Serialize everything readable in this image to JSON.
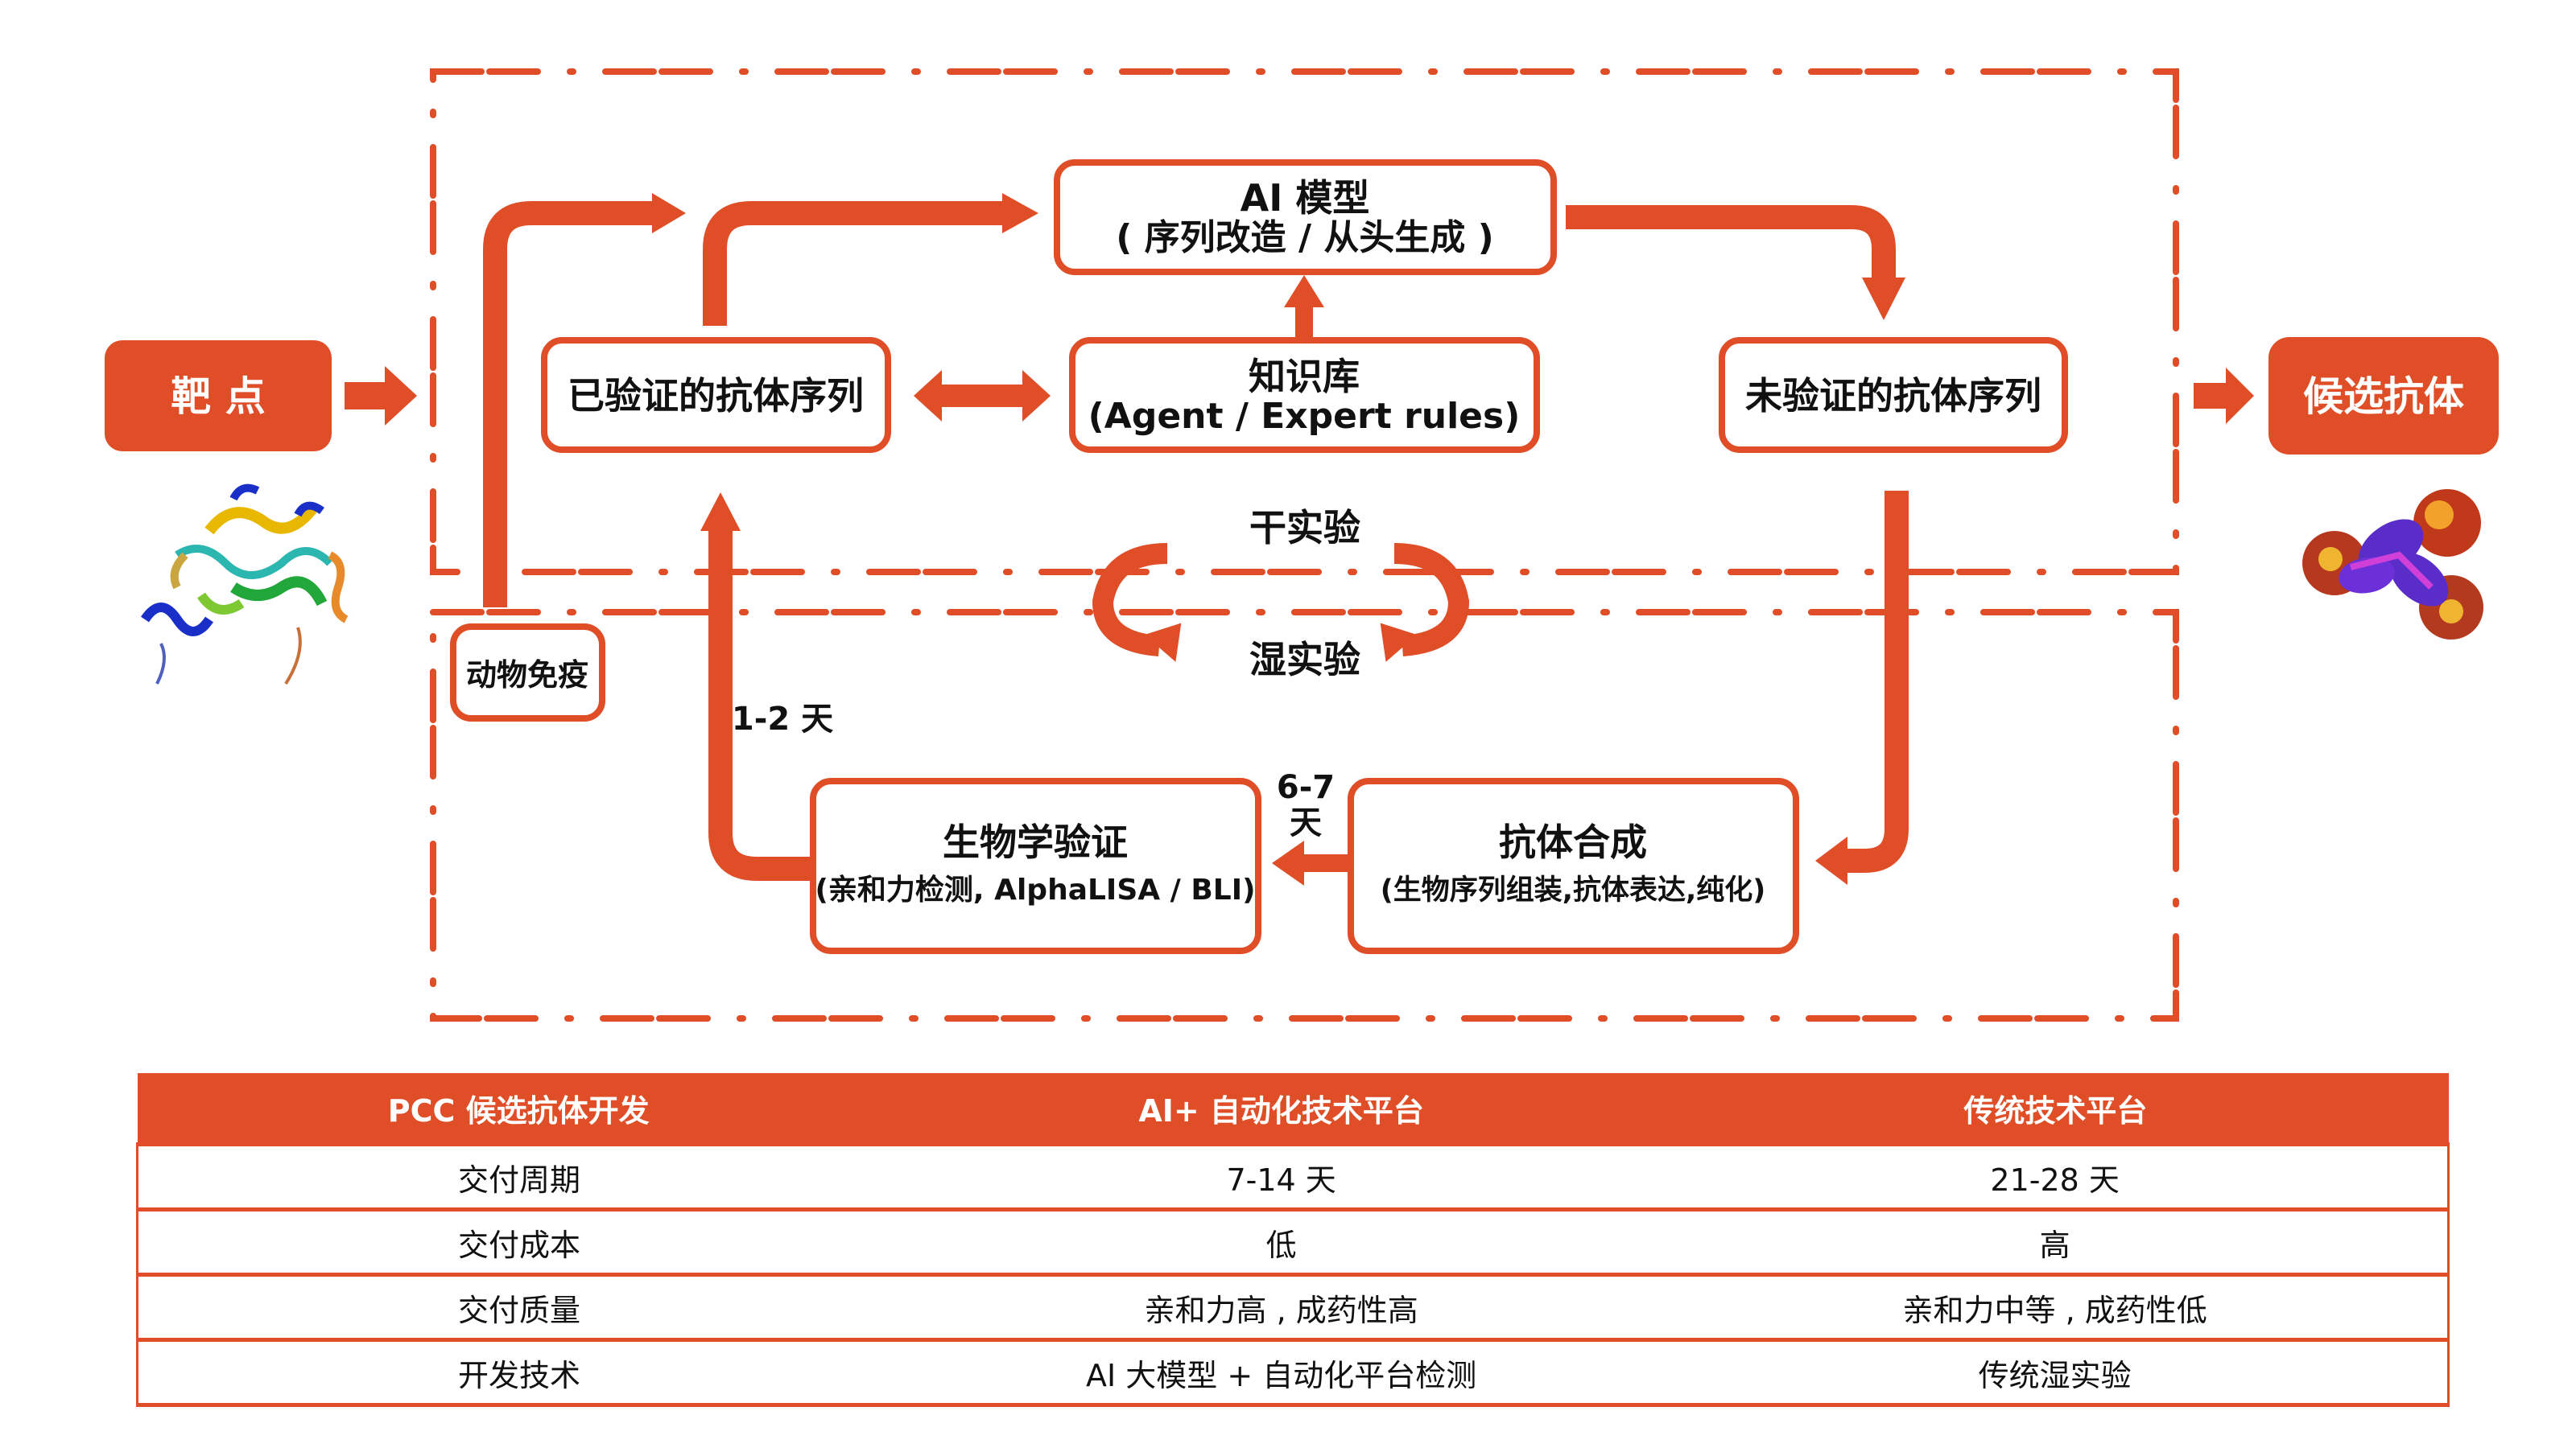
{
  "diagram": {
    "target_label": "靶 点",
    "candidate_label": "候选抗体",
    "ai_model": {
      "title": "AI 模型",
      "subtitle": "( 序列改造 / 从头生成 )"
    },
    "knowledge_base": {
      "title": "知识库",
      "subtitle": "(Agent / Expert rules)"
    },
    "validated_sequences": "已验证的抗体序列",
    "unvalidated_sequences": "未验证的抗体序列",
    "dry_lab": "干实验",
    "wet_lab": "湿实验",
    "animal_immunization": "动物免疫",
    "bio_validation": {
      "title": "生物学验证",
      "subtitle": "(亲和力检测, AlphaLISA / BLI)"
    },
    "antibody_synthesis": {
      "title": "抗体合成",
      "subtitle": "(生物序列组装,抗体表达,纯化)"
    },
    "duration_validation": "1-2 天",
    "duration_synthesis_line1": "6-7",
    "duration_synthesis_line2": "天",
    "target_image": "protein-ribbon-structure",
    "candidate_image": "antibody-surface-structure",
    "colors": {
      "accent": "#e04e28",
      "text": "#111111",
      "background": "#ffffff"
    }
  },
  "table": {
    "headers": [
      "PCC 候选抗体开发",
      "AI+ 自动化技术平台",
      "传统技术平台"
    ],
    "rows": [
      [
        "交付周期",
        "7-14 天",
        "21-28 天"
      ],
      [
        "交付成本",
        "低",
        "高"
      ],
      [
        "交付质量",
        "亲和力高 , 成药性高",
        "亲和力中等 , 成药性低"
      ],
      [
        "开发技术",
        "AI 大模型 + 自动化平台检测",
        "传统湿实验"
      ]
    ]
  }
}
